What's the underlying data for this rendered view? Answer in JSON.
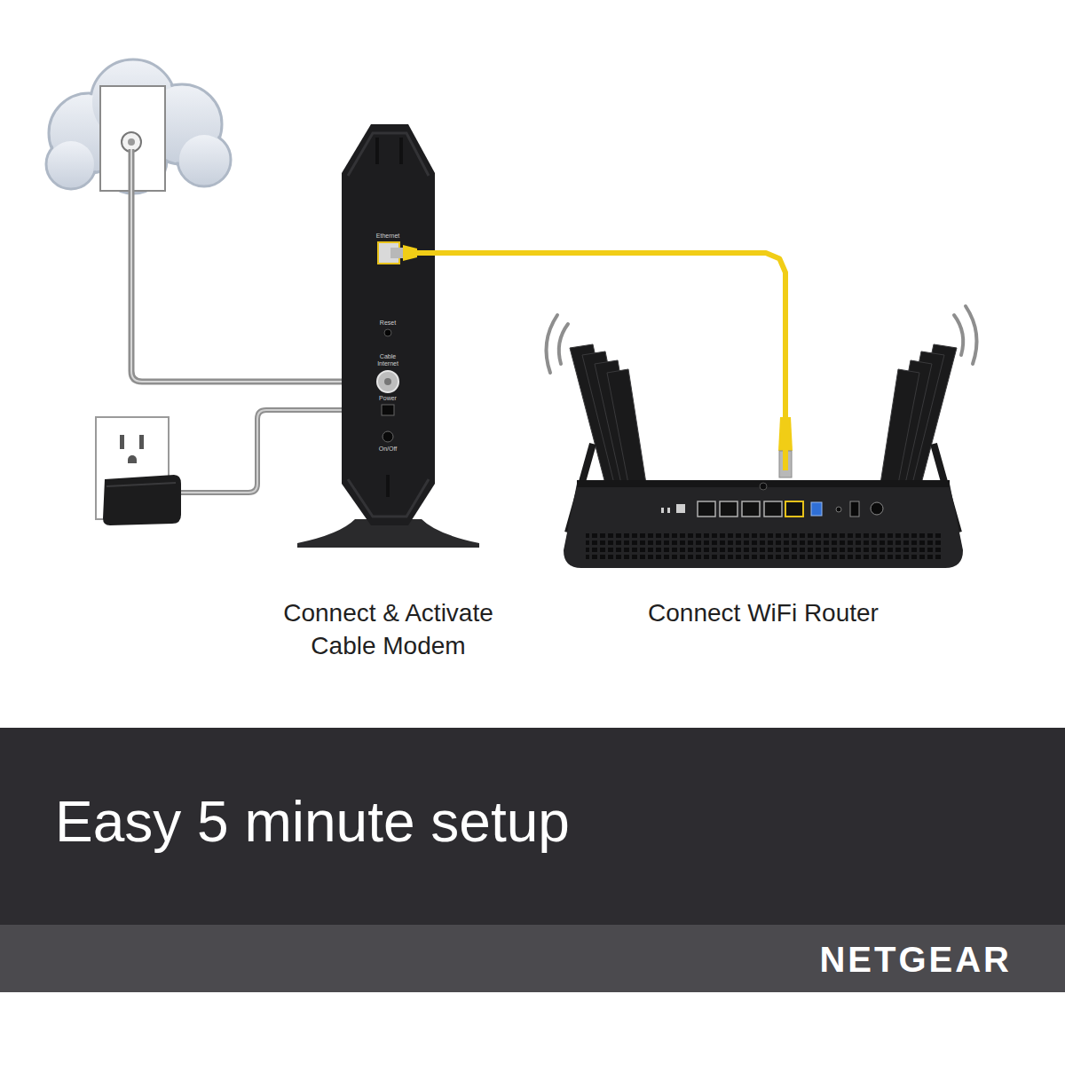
{
  "diagram": {
    "title": "Easy 5 minute setup",
    "nodes": [
      {
        "text": [
          "Connect & Activate Cable Modem"
        ]
      },
      {
        "text": [
          "Connect WiFi Router"
        ]
      }
    ],
    "edges": [
      {
        "from": 0,
        "to": 1,
        "arrow": "none"
      }
    ],
    "labels": [
      "Ethernet",
      "Reset",
      "Cable Internet",
      "Power",
      "On/Off",
      "NETGEAR"
    ]
  }
}
